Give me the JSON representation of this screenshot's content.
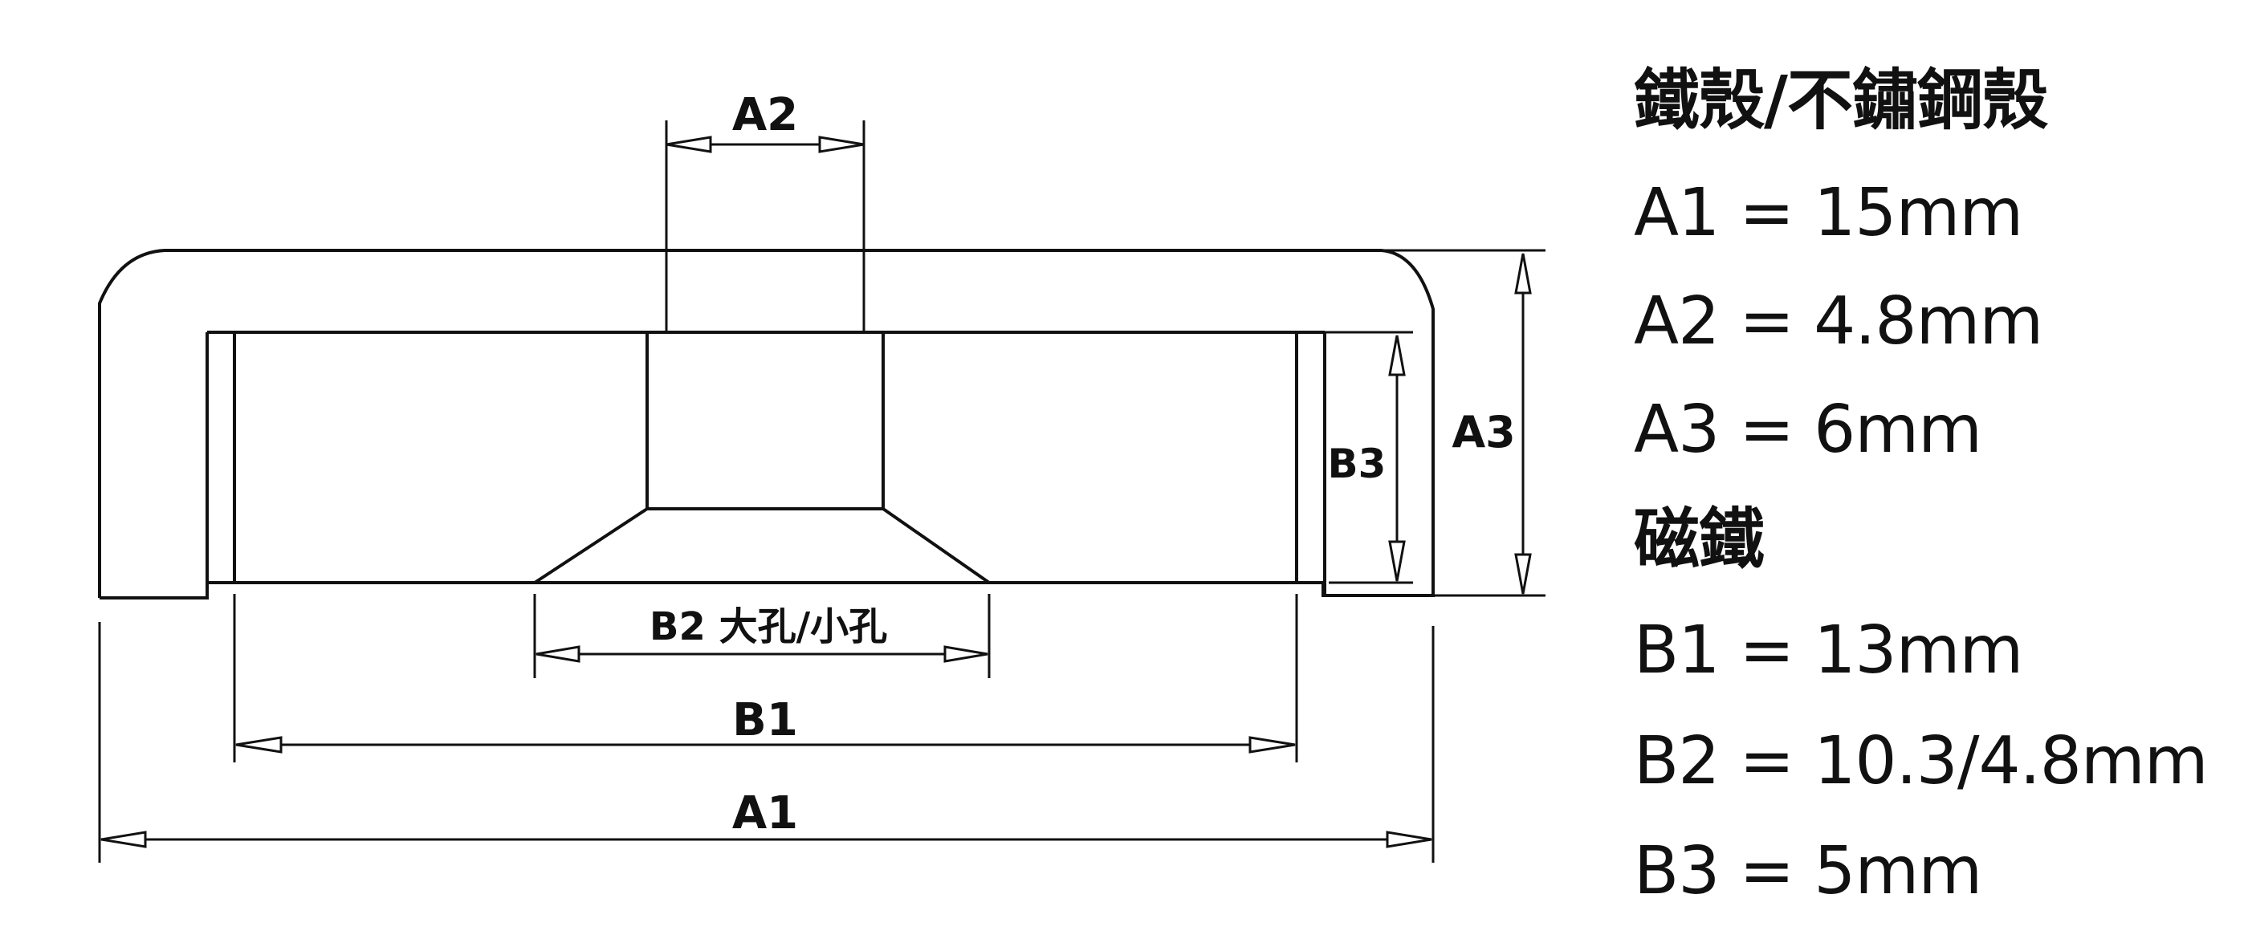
{
  "diagram": {
    "labels": {
      "a2": "A2",
      "a3": "A3",
      "b3": "B3",
      "b2": "B2 大孔/小孔",
      "b1": "B1",
      "a1": "A1"
    }
  },
  "specs": {
    "shell_heading": "鐵殼/不鏽鋼殼",
    "a1": "A1 = 15mm",
    "a2": "A2 = 4.8mm",
    "a3": "A3 = 6mm",
    "magnet_heading": "磁鐵",
    "b1": "B1 = 13mm",
    "b2": "B2 = 10.3/4.8mm",
    "b3": "B3 = 5mm"
  }
}
